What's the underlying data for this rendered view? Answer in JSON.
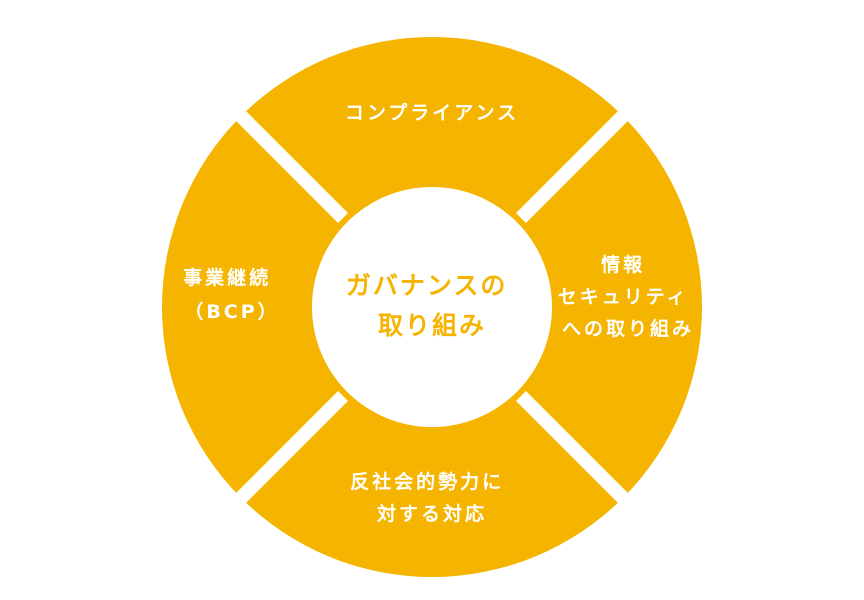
{
  "colors": {
    "ring": "#F5B400",
    "divider": "#ffffff",
    "center_fill": "#ffffff",
    "center_text": "#F5B400",
    "segment_text": "#ffffff"
  },
  "center": {
    "lines": [
      "ガバナンスの",
      "取り組み"
    ]
  },
  "segments": {
    "top": {
      "lines": [
        "コンプライアンス"
      ]
    },
    "right": {
      "lines": [
        "情報",
        "セキュリティ",
        "への取り組み"
      ]
    },
    "bottom": {
      "lines": [
        "反社会的勢力に",
        "対する対応"
      ]
    },
    "left": {
      "lines": [
        "事業継続",
        "（BCP）"
      ]
    }
  }
}
